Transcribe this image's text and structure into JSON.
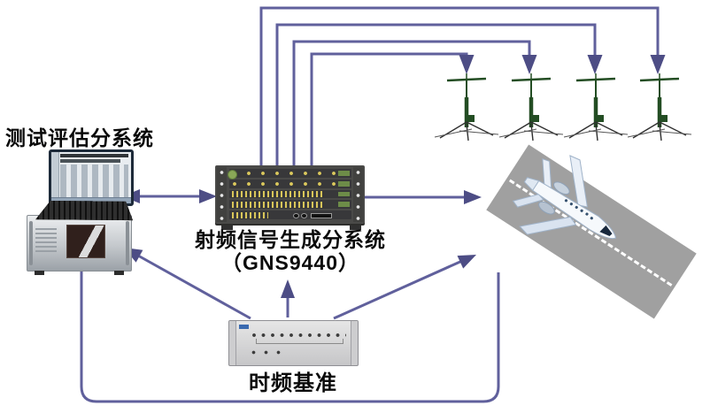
{
  "diagram": {
    "type": "system-architecture-diagram",
    "labels": {
      "test_eval": "测试评估分系统",
      "rf_gen_line1": "射频信号生成分系统",
      "rf_gen_line2": "（GNS9440）",
      "time_freq": "时频基准"
    },
    "nodes": [
      {
        "id": "test-eval-workstation",
        "label": "测试评估分系统",
        "kind": "computer workstation (monitor, keyboard, industrial chassis)"
      },
      {
        "id": "rf-signal-generator",
        "label": "射频信号生成分系统（GNS9440）",
        "kind": "rack instrument with 5 module rows"
      },
      {
        "id": "time-freq-reference",
        "label": "时频基准",
        "kind": "bench instrument with LED row"
      },
      {
        "id": "antenna-array",
        "kind": "tripod antennas",
        "count": 4
      },
      {
        "id": "aircraft",
        "kind": "business jet on gray runway with dashed centerline"
      }
    ],
    "connections": [
      {
        "from": "rf-signal-generator",
        "to": "antenna-1",
        "route": "orthogonal-top",
        "arrow": "to"
      },
      {
        "from": "rf-signal-generator",
        "to": "antenna-2",
        "route": "orthogonal-top",
        "arrow": "to"
      },
      {
        "from": "rf-signal-generator",
        "to": "antenna-3",
        "route": "orthogonal-top",
        "arrow": "to"
      },
      {
        "from": "rf-signal-generator",
        "to": "antenna-4",
        "route": "orthogonal-top",
        "arrow": "to"
      },
      {
        "from": "test-eval-workstation",
        "to": "rf-signal-generator",
        "route": "straight",
        "arrow": "both"
      },
      {
        "from": "rf-signal-generator",
        "to": "aircraft",
        "route": "straight",
        "arrow": "to"
      },
      {
        "from": "time-freq-reference",
        "to": "rf-signal-generator",
        "route": "straight",
        "arrow": "to"
      },
      {
        "from": "time-freq-reference",
        "to": "test-eval-workstation",
        "route": "diagonal",
        "arrow": "to"
      },
      {
        "from": "time-freq-reference",
        "to": "aircraft",
        "route": "diagonal",
        "arrow": "to"
      },
      {
        "from": "aircraft",
        "to": "test-eval-workstation",
        "route": "routed-bottom-rounded",
        "arrow": "to"
      }
    ],
    "colors": {
      "arrow": "#60609c",
      "arrowhead": "#4d4d85",
      "runway": "#a0a0a0",
      "antenna": "#234d23",
      "rack": "#4a4a48",
      "tf_body": "#d6d6d6",
      "ink": "#0a0a0a"
    }
  }
}
